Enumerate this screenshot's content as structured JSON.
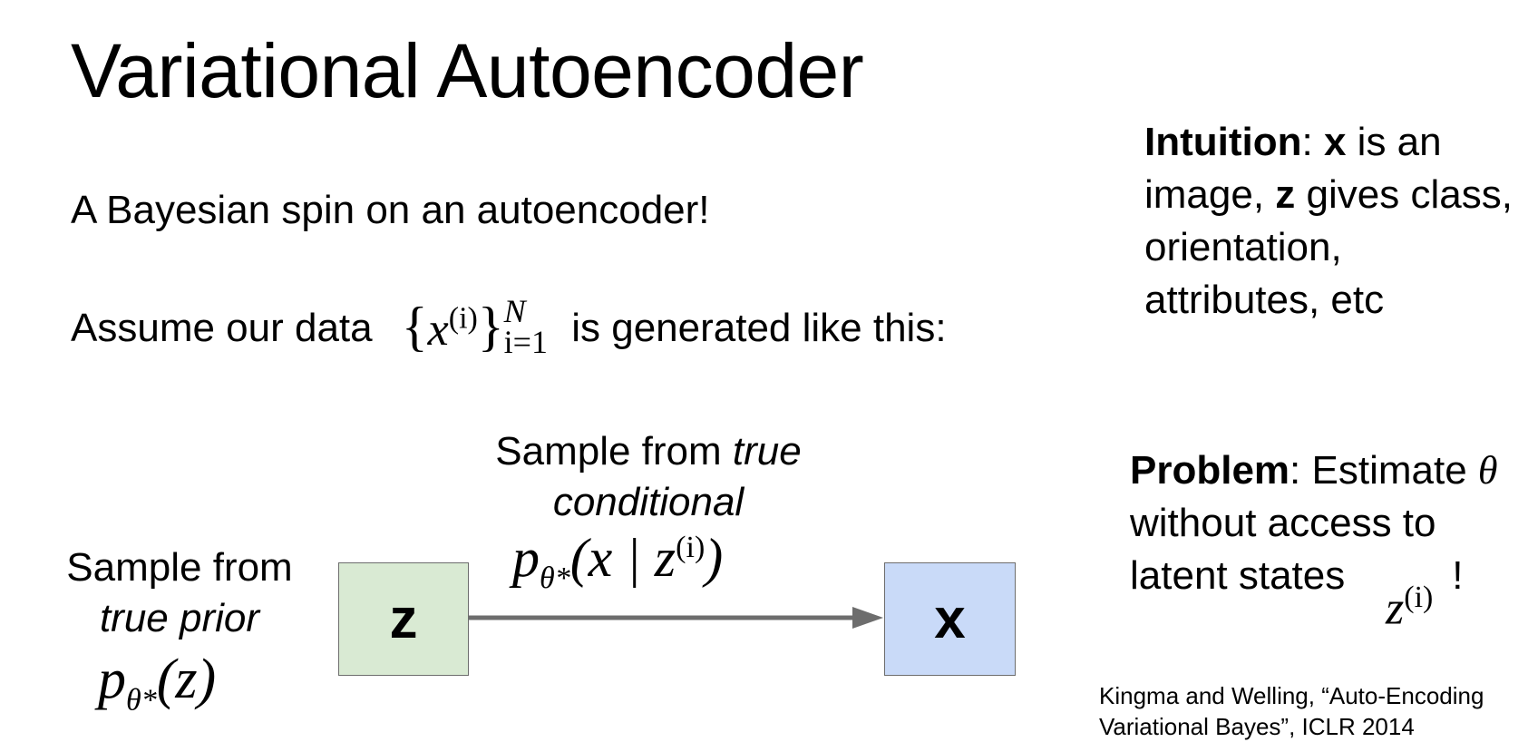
{
  "title": "Variational Autoencoder",
  "line1": "A Bayesian spin on an autoencoder!",
  "line2": {
    "before": "Assume our data",
    "formula_base": "x",
    "formula_sup": "(i)",
    "formula_upper": "N",
    "formula_lower": "i=1",
    "after": "is generated like this:"
  },
  "intuition": {
    "label": "Intuition",
    "text1": ": ",
    "x": "x",
    "text2": " is an image, ",
    "z": "z",
    "text3": " gives class, orientation, attributes, etc"
  },
  "problem": {
    "label": "Problem",
    "text1": ": Estimate ",
    "theta": "θ",
    "text2": " without access to latent states",
    "excl": "!",
    "latent_base": "z",
    "latent_sup": "(i)"
  },
  "citation": "Kingma and Welling, “Auto-Encoding Variational Bayes”, ICLR 2014",
  "prior": {
    "label_plain": "Sample from",
    "label_italic": "true prior",
    "formula_p": "p",
    "formula_sub": "θ*",
    "formula_arg": "(z)"
  },
  "conditional": {
    "label_plain": "Sample from ",
    "label_italic1": "true",
    "label_italic2": "conditional",
    "formula_p": "p",
    "formula_sub": "θ*",
    "formula_arg": "(x | z",
    "formula_sup": "(i)",
    "formula_close": ")"
  },
  "boxes": {
    "z": {
      "label": "z",
      "color": "#d9ead3"
    },
    "x": {
      "label": "x",
      "color": "#c9daf8"
    }
  },
  "arrow_color": "#6d6d6d"
}
